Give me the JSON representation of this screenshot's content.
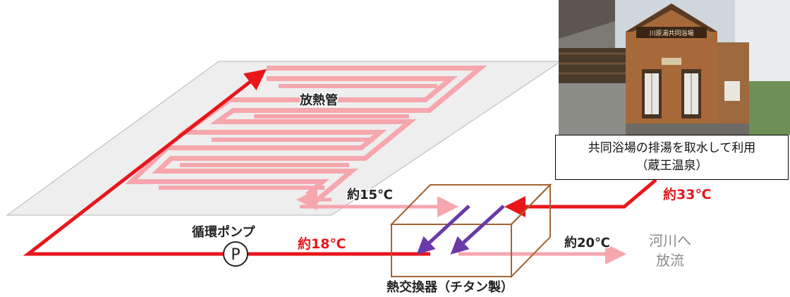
{
  "labels": {
    "radiator_pipe": "放熱管",
    "pump": "循環ポンプ",
    "pump_symbol": "P",
    "heat_exchanger": "熱交換器（チタン製）",
    "temp_return": "約15℃",
    "temp_supply": "約18℃",
    "temp_hot_in": "約33℃",
    "temp_outflow": "約20℃",
    "river_line1": "河川へ",
    "river_line2": "放流"
  },
  "photo": {
    "sign_text": "川原湯共同浴場"
  },
  "caption": {
    "line1": "共同浴場の排湯を取水して利用",
    "line2": "（蔵王温泉）"
  },
  "colors": {
    "hot_flow": "#e8161b",
    "cool_flow": "#f6a6ad",
    "heat_transfer": "#6a3aa8",
    "exchanger_box": "#a36432",
    "panel": "#eeeeee"
  }
}
